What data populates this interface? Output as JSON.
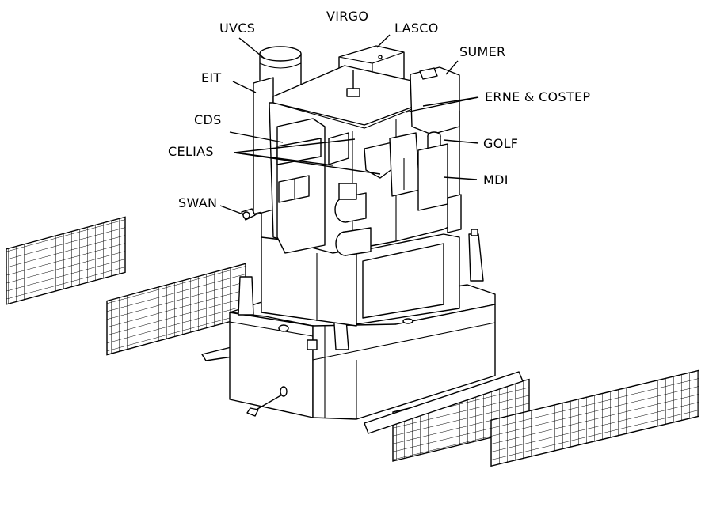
{
  "labels": {
    "uvcs": "UVCS",
    "virgo": "VIRGO",
    "lasco": "LASCO",
    "sumer": "SUMER",
    "eit": "EIT",
    "erne_costep": "ERNE & COSTEP",
    "cds": "CDS",
    "golf": "GOLF",
    "celias": "CELIAS",
    "mdi": "MDI",
    "swan": "SWAN"
  }
}
